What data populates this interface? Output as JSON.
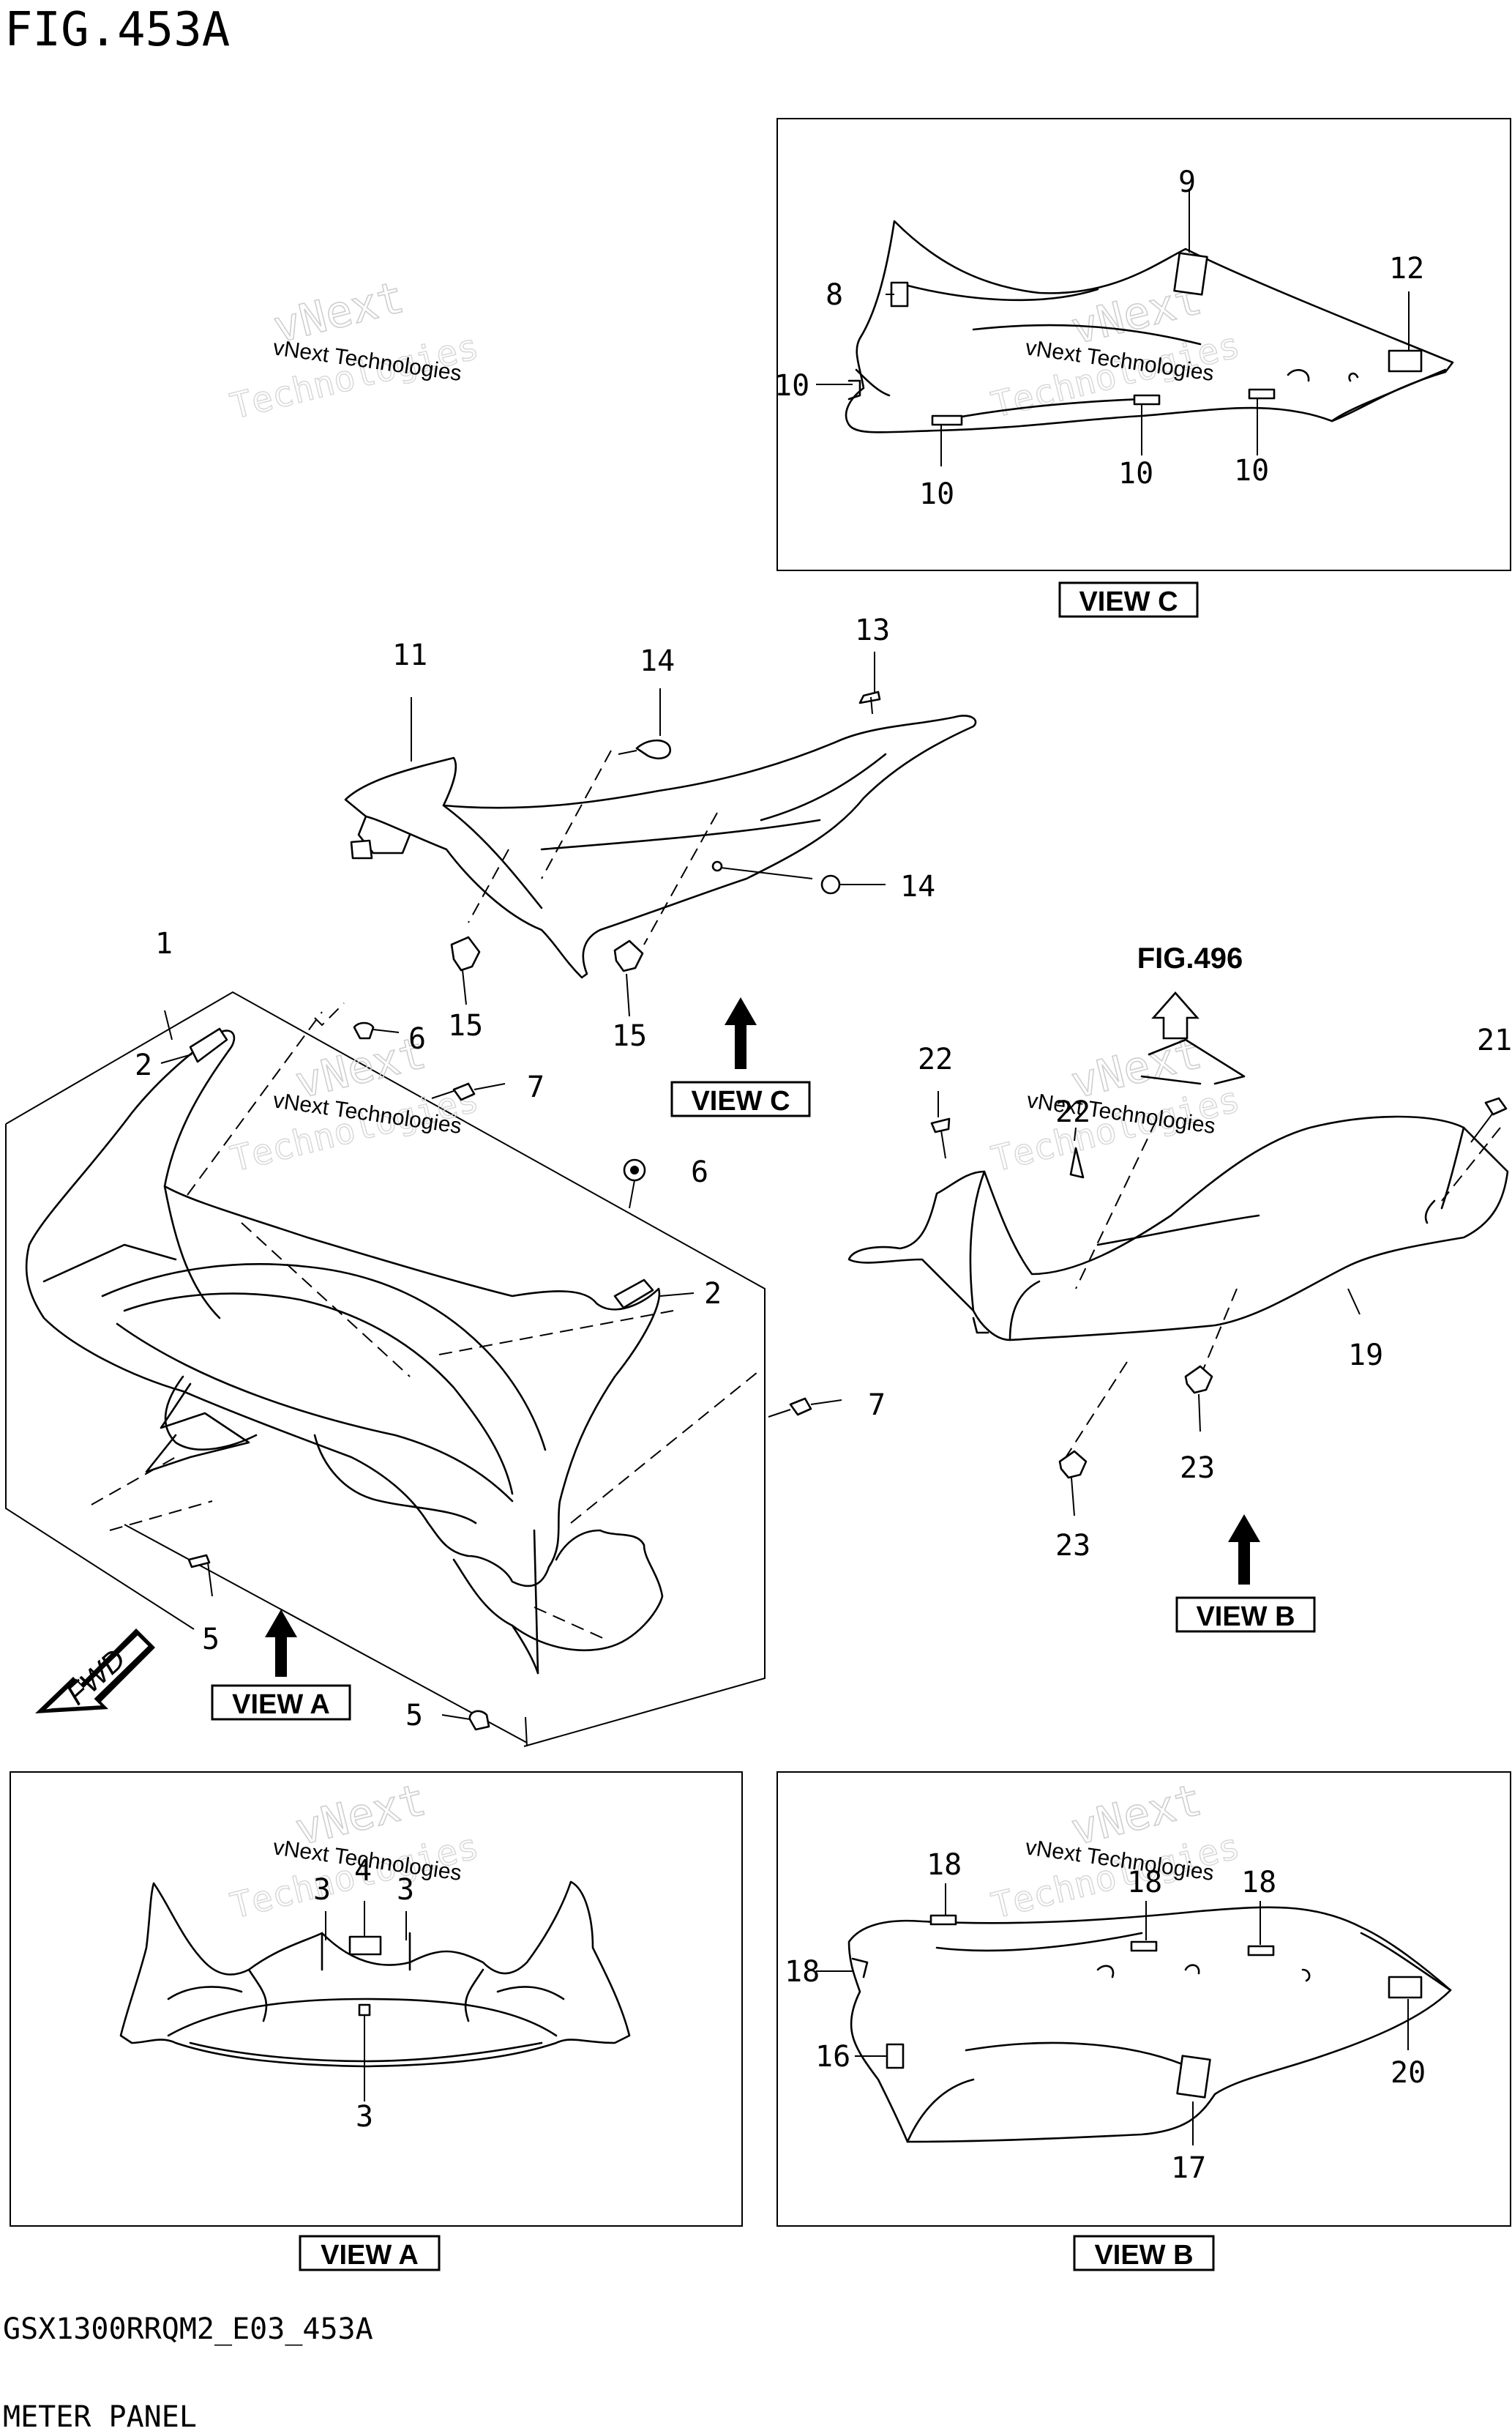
{
  "figure_title": "FIG.453A",
  "footer": {
    "model_code": "GSX1300RRQM2_E03_453A",
    "section_name": "METER PANEL"
  },
  "cross_reference": "FIG.496",
  "view_labels": {
    "view_a": "VIEW A",
    "view_b": "VIEW B",
    "view_c": "VIEW C"
  },
  "watermark": {
    "line1": "vNext Technologies",
    "line2": "vNext",
    "line3": "Technologies"
  },
  "fwd_label": "FWD",
  "callouts": {
    "c1": "1",
    "c2a": "2",
    "c2b": "2",
    "c3a": "3",
    "c3b": "3",
    "c3c": "3",
    "c4": "4",
    "c5a": "5",
    "c5b": "5",
    "c6a": "6",
    "c6b": "6",
    "c7a": "7",
    "c7b": "7",
    "c8": "8",
    "c9": "9",
    "c10a": "10",
    "c10b": "10",
    "c10c": "10",
    "c10d": "10",
    "c11": "11",
    "c12": "12",
    "c13": "13",
    "c14a": "14",
    "c14b": "14",
    "c15a": "15",
    "c15b": "15",
    "c16": "16",
    "c17": "17",
    "c18a": "18",
    "c18b": "18",
    "c18c": "18",
    "c18d": "18",
    "c19": "19",
    "c20": "20",
    "c21": "21",
    "c22a": "22",
    "c22b": "22",
    "c23a": "23",
    "c23b": "23"
  },
  "colors": {
    "line": "#000000",
    "background": "#ffffff",
    "watermark": "#cfcfcf"
  }
}
